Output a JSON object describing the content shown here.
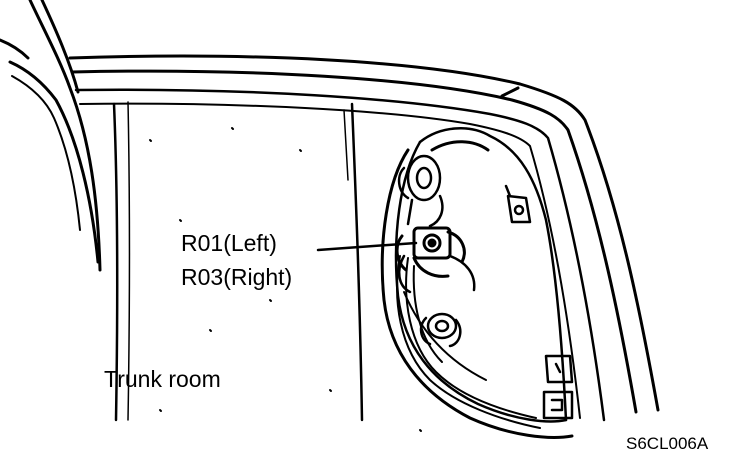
{
  "figure": {
    "callout": {
      "left": "R01(Left)",
      "right": "R03(Right)"
    },
    "area_label": "Trunk room",
    "figure_code": "S6CL006A"
  }
}
